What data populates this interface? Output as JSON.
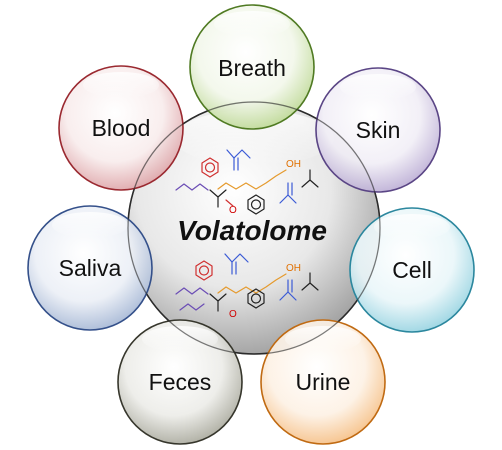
{
  "center": {
    "label": "Volatolome",
    "color": "#cfcfcf",
    "molecule_labels": [
      "OH",
      "O",
      "OH",
      "O"
    ]
  },
  "sources": [
    {
      "id": "breath",
      "label": "Breath",
      "color": "#8fbe4f"
    },
    {
      "id": "skin",
      "label": "Skin",
      "color": "#8870b0"
    },
    {
      "id": "cell",
      "label": "Cell",
      "color": "#4fb3cc"
    },
    {
      "id": "urine",
      "label": "Urine",
      "color": "#f0922e"
    },
    {
      "id": "feces",
      "label": "Feces",
      "color": "#5f5f52"
    },
    {
      "id": "saliva",
      "label": "Saliva",
      "color": "#5677a8"
    },
    {
      "id": "blood",
      "label": "Blood",
      "color": "#c4474f"
    }
  ]
}
